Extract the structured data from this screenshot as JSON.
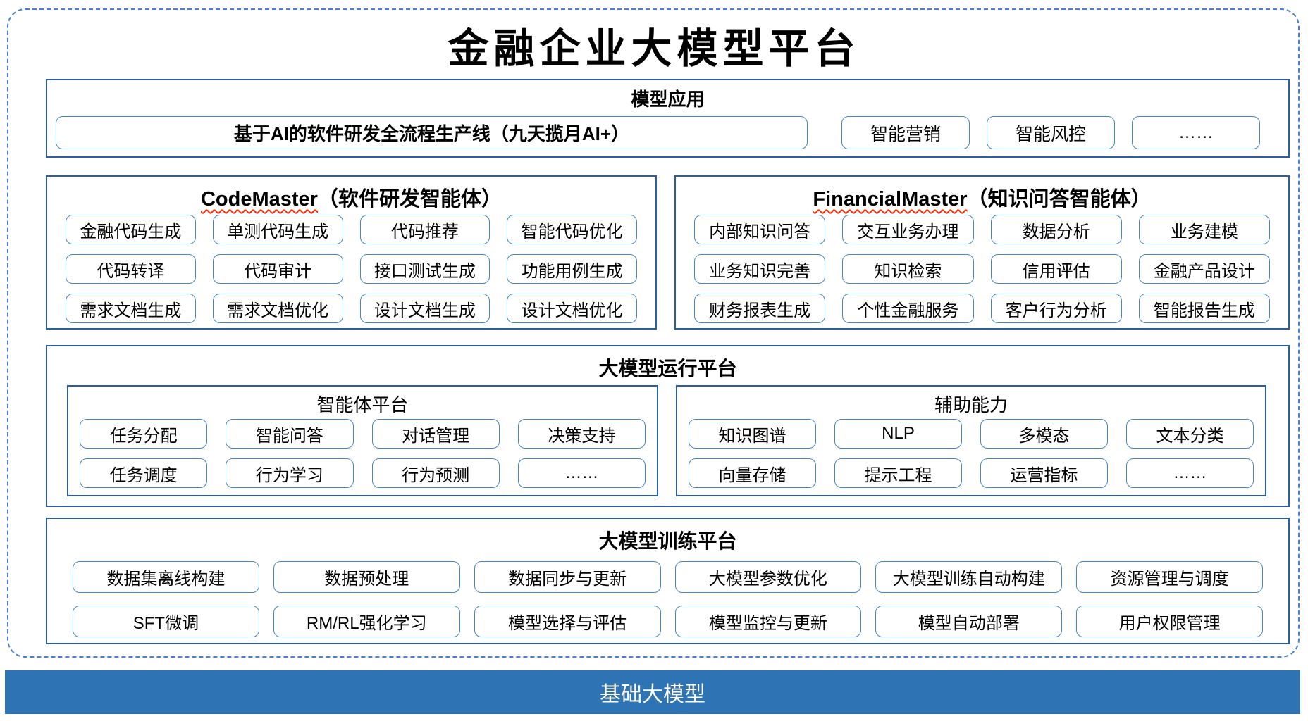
{
  "title": "金融企业大模型平台",
  "colors": {
    "section_border": "#2b5ea7",
    "pill_border": "#4586cb",
    "outer_dashed_border": "#4a7fd4",
    "foundation_bar_bg": "#2e74b5",
    "foundation_bar_text": "#ffffff",
    "squiggle_underline": "#ff2a00"
  },
  "applications": {
    "header": "模型应用",
    "wide_item": "基于AI的软件研发全流程生产线（九天揽月AI+）",
    "items": [
      "智能营销",
      "智能风控",
      "……"
    ]
  },
  "code_master": {
    "title_en": "CodeMaster",
    "title_zh": "（软件研发智能体）",
    "items": [
      "金融代码生成",
      "单测代码生成",
      "代码推荐",
      "智能代码优化",
      "代码转译",
      "代码审计",
      "接口测试生成",
      "功能用例生成",
      "需求文档生成",
      "需求文档优化",
      "设计文档生成",
      "设计文档优化"
    ]
  },
  "financial_master": {
    "title_en": "FinancialMaster",
    "title_zh": "（知识问答智能体）",
    "items": [
      "内部知识问答",
      "交互业务办理",
      "数据分析",
      "业务建模",
      "业务知识完善",
      "知识检索",
      "信用评估",
      "金融产品设计",
      "财务报表生成",
      "个性金融服务",
      "客户行为分析",
      "智能报告生成"
    ]
  },
  "runtime": {
    "header": "大模型运行平台",
    "agent_platform": {
      "title": "智能体平台",
      "items": [
        "任务分配",
        "智能问答",
        "对话管理",
        "决策支持",
        "任务调度",
        "行为学习",
        "行为预测",
        "……"
      ]
    },
    "aux": {
      "title": "辅助能力",
      "items": [
        "知识图谱",
        "NLP",
        "多模态",
        "文本分类",
        "向量存储",
        "提示工程",
        "运营指标",
        "……"
      ]
    }
  },
  "training": {
    "header": "大模型训练平台",
    "items": [
      "数据集离线构建",
      "数据预处理",
      "数据同步与更新",
      "大模型参数优化",
      "大模型训练自动构建",
      "资源管理与调度",
      "SFT微调",
      "RM/RL强化学习",
      "模型选择与评估",
      "模型监控与更新",
      "模型自动部署",
      "用户权限管理"
    ]
  },
  "foundation": {
    "label": "基础大模型"
  }
}
